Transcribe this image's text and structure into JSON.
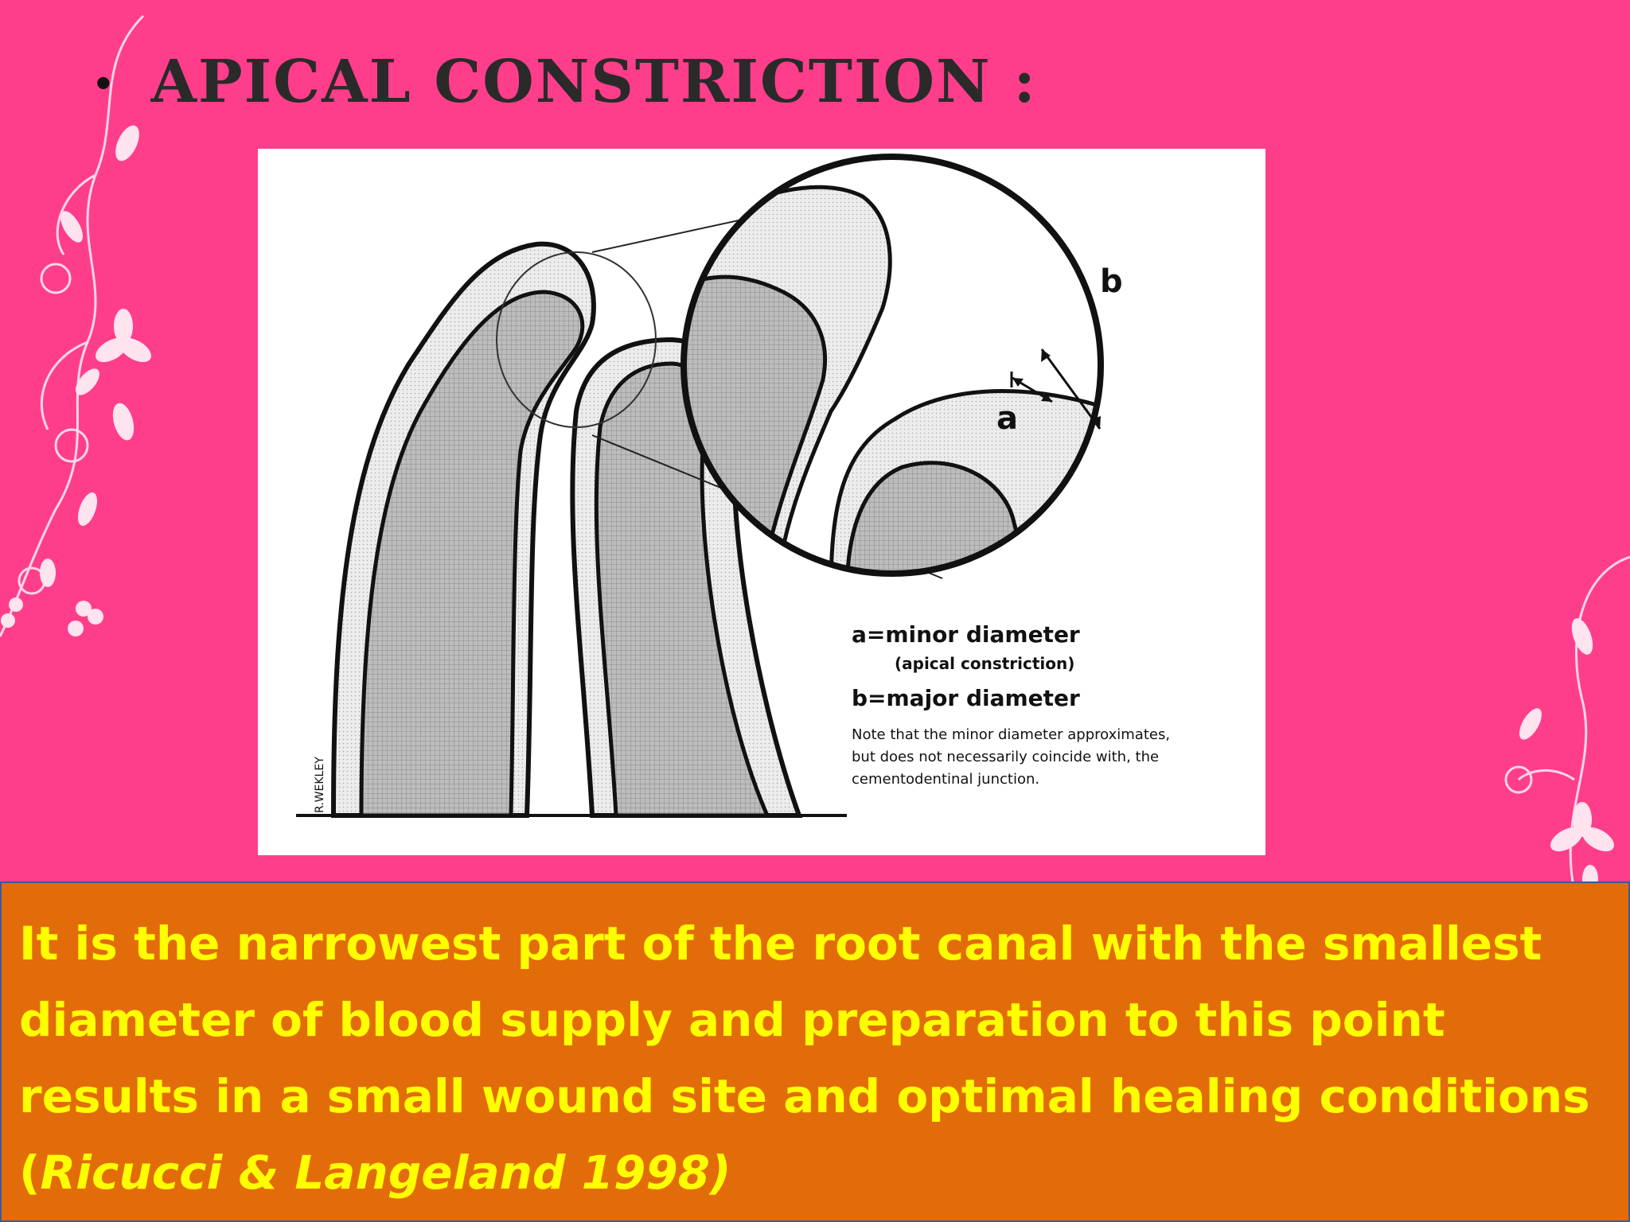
{
  "slide": {
    "bullet": "•",
    "title": "Apical constriction :"
  },
  "figure": {
    "label_a": "a",
    "label_b": "b",
    "legend": {
      "a_line": "a=minor diameter",
      "a_sub": "(apical constriction)",
      "b_line": "b=major diameter",
      "note_lines": [
        "Note that the minor diameter approximates,",
        "but does not necessarily coincide with, the",
        "cementodentinal junction."
      ]
    },
    "signature": "R.WEKLEY"
  },
  "caption": {
    "text": "It is the narrowest part of the root canal with the smallest diameter of blood supply and preparation to this point results in a small wound site and optimal healing conditions (",
    "citation": "Ricucci & Langeland 1998)"
  },
  "colors": {
    "background": "#ff3e8b",
    "caption_bg": "#e36c0a",
    "caption_text": "#ffff00",
    "title_text": "#2a2a2a"
  }
}
